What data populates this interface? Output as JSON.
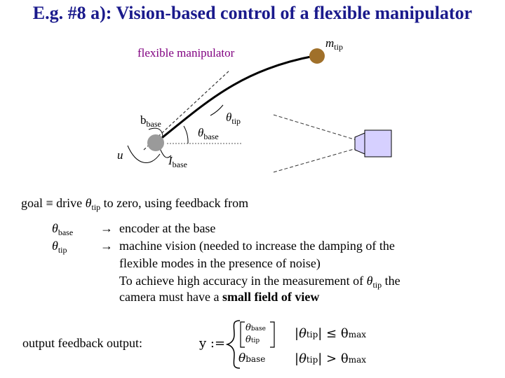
{
  "title": "E.g. #8 a): Vision-based control of a flexible manipulator",
  "diagram": {
    "label_flexible_manipulator": "flexible manipulator",
    "label_m": "m",
    "label_m_sub": "tip",
    "label_b": "b",
    "label_b_sub": "base",
    "label_theta_tip": "θ",
    "label_theta_tip_sub": "tip",
    "label_theta_base": "θ",
    "label_theta_base_sub": "base",
    "label_u": "u",
    "label_I": "I",
    "label_I_sub": "base",
    "colors": {
      "mass": "#a0702a",
      "base": "#9a9a9a",
      "camera": "#d6d0ff",
      "label_text": "#800080"
    }
  },
  "goal": {
    "prefix": "goal ≡ drive ",
    "theta": "θ",
    "theta_sub": "tip",
    "suffix": " to zero, using feedback from"
  },
  "feedback": [
    {
      "var": "θ",
      "sub": "base",
      "arrow": "→",
      "text": "encoder at the base"
    },
    {
      "var": "θ",
      "sub": "tip",
      "arrow": "→",
      "text": "machine vision (needed to increase the damping of the"
    }
  ],
  "continuation": {
    "line1": "flexible modes in the presence of noise)",
    "line2_prefix": "To achieve high accuracy in the measurement of ",
    "line2_theta": "θ",
    "line2_sub": "tip",
    "line2_suffix": " the",
    "line3_prefix": "camera must have a ",
    "line3_bold": "small field of view"
  },
  "output": {
    "label": "output feedback output:",
    "y": "y :=",
    "case1_top": "θ",
    "case1_top_sub": "base",
    "case1_bottom": "θ",
    "case1_bottom_sub": "tip",
    "case1_cond_lhs": "|θ",
    "case1_cond_lhs_sub": "tip",
    "case1_cond_rel": "| ≤ θ",
    "case1_cond_rhs_sub": "max",
    "case2_val": "θ",
    "case2_val_sub": "base",
    "case2_cond_lhs": "|θ",
    "case2_cond_lhs_sub": "tip",
    "case2_cond_rel": "| > θ",
    "case2_cond_rhs_sub": "max"
  }
}
